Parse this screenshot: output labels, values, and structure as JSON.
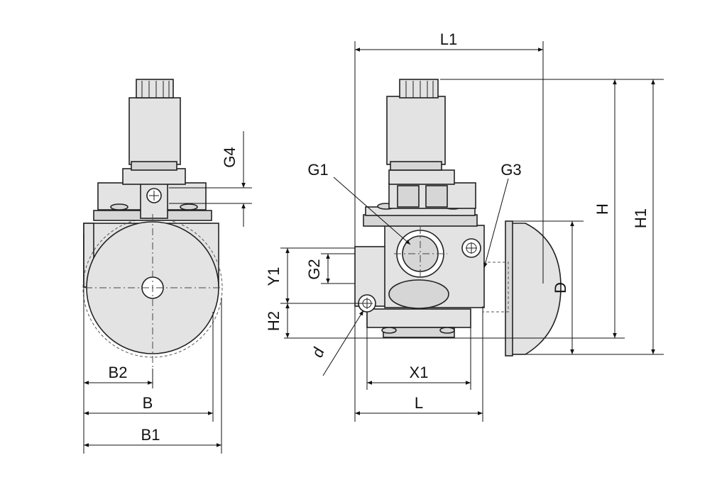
{
  "labels": {
    "L1": "L1",
    "H": "H",
    "H1": "H1",
    "G1": "G1",
    "G3": "G3",
    "G4": "G4",
    "G2": "G2",
    "Y1": "Y1",
    "H2": "H2",
    "D": "D",
    "d": "d",
    "X1": "X1",
    "L": "L",
    "B2": "B2",
    "B": "B",
    "B1": "B1"
  }
}
